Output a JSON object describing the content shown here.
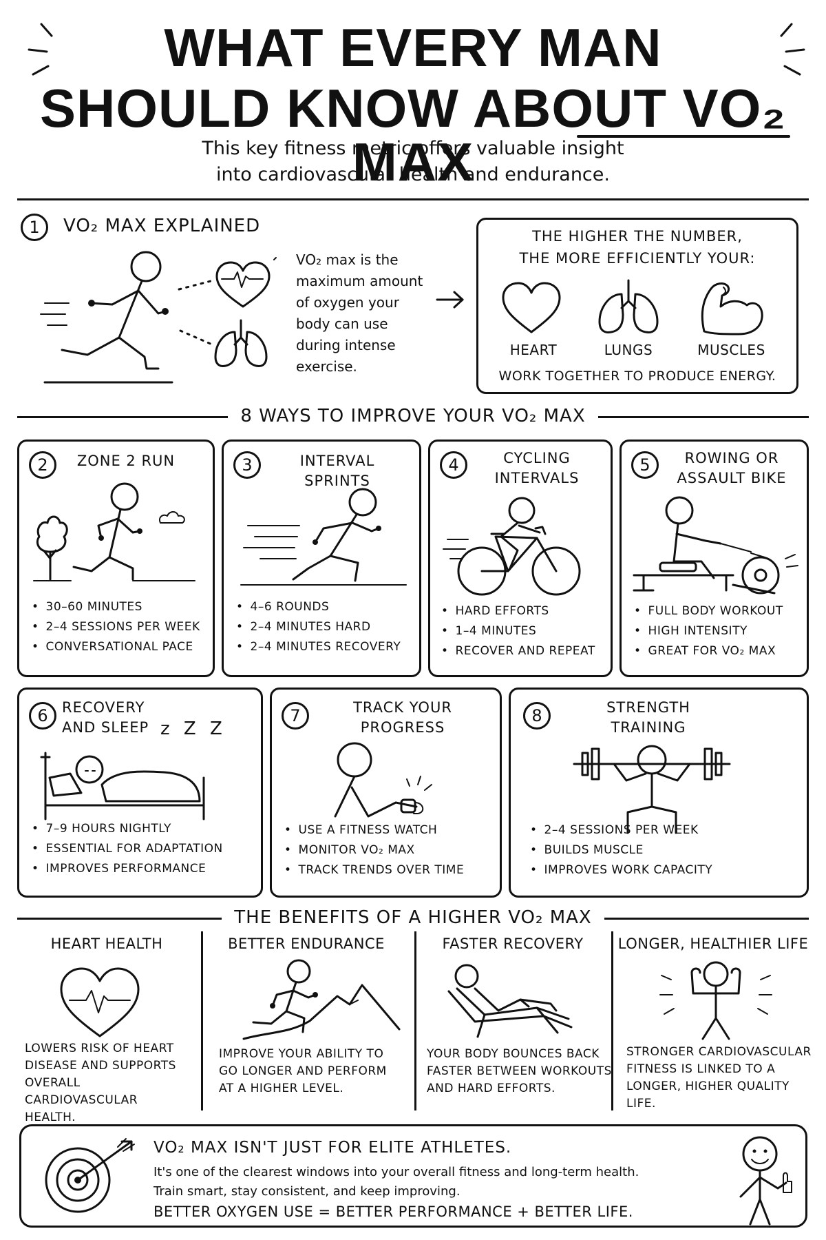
{
  "header": {
    "title_line1": "WHAT EVERY MAN",
    "title_line2": "SHOULD KNOW ABOUT VO₂ MAX",
    "subtitle_line1": "This key fitness metric offers valuable insight",
    "subtitle_line2": "into cardiovascular health and endurance."
  },
  "explained": {
    "number": "1",
    "heading": "VO₂ MAX EXPLAINED",
    "description": [
      "VO₂ max is the",
      "maximum amount",
      "of oxygen your",
      "body can use",
      "during intense",
      "exercise."
    ],
    "box_title_line1": "THE HIGHER THE NUMBER,",
    "box_title_line2": "THE MORE EFFICIENTLY YOUR:",
    "organs": [
      "HEART",
      "LUNGS",
      "MUSCLES"
    ],
    "box_footer": "WORK TOGETHER TO PRODUCE ENERGY."
  },
  "ways_heading": "8 WAYS TO IMPROVE YOUR VO₂ MAX",
  "ways": [
    {
      "number": "2",
      "title": "ZONE 2 RUN",
      "bullets": [
        "30–60 MINUTES",
        "2–4 SESSIONS PER WEEK",
        "CONVERSATIONAL PACE"
      ]
    },
    {
      "number": "3",
      "title": "INTERVAL SPRINTS",
      "bullets": [
        "4–6 ROUNDS",
        "2–4 MINUTES HARD",
        "2–4 MINUTES RECOVERY"
      ]
    },
    {
      "number": "4",
      "title": "CYCLING\nINTERVALS",
      "bullets": [
        "HARD EFFORTS",
        "1–4 MINUTES",
        "RECOVER AND REPEAT"
      ]
    },
    {
      "number": "5",
      "title": "ROWING OR\nASSAULT BIKE",
      "bullets": [
        "FULL BODY WORKOUT",
        "HIGH INTENSITY",
        "GREAT FOR VO₂ MAX"
      ]
    },
    {
      "number": "6",
      "title": "RECOVERY\nAND SLEEP",
      "bullets": [
        "7–9 HOURS NIGHTLY",
        "ESSENTIAL FOR ADAPTATION",
        "IMPROVES PERFORMANCE"
      ]
    },
    {
      "number": "7",
      "title": "TRACK YOUR\nPROGRESS",
      "bullets": [
        "USE A FITNESS WATCH",
        "MONITOR VO₂ MAX",
        "TRACK TRENDS OVER TIME"
      ]
    },
    {
      "number": "8",
      "title": "STRENGTH\nTRAINING",
      "bullets": [
        "2–4 SESSIONS PER WEEK",
        "BUILDS MUSCLE",
        "IMPROVES WORK CAPACITY"
      ]
    }
  ],
  "sleep_z": "z Z Z",
  "benefits_heading": "THE BENEFITS OF A HIGHER VO₂ MAX",
  "benefits": [
    {
      "title": "HEART HEALTH",
      "text": [
        "LOWERS RISK OF HEART",
        "DISEASE AND SUPPORTS",
        "OVERALL CARDIOVASCULAR",
        "HEALTH."
      ]
    },
    {
      "title": "BETTER ENDURANCE",
      "text": [
        "IMPROVE YOUR ABILITY TO",
        "GO LONGER AND PERFORM",
        "AT A HIGHER LEVEL."
      ]
    },
    {
      "title": "FASTER RECOVERY",
      "text": [
        "YOUR BODY BOUNCES BACK",
        "FASTER BETWEEN WORKOUTS",
        "AND HARD EFFORTS."
      ]
    },
    {
      "title": "LONGER, HEALTHIER LIFE",
      "text": [
        "STRONGER CARDIOVASCULAR",
        "FITNESS IS LINKED TO A",
        "LONGER, HIGHER QUALITY",
        "LIFE."
      ]
    }
  ],
  "footer": {
    "headline": "VO₂ MAX ISN'T JUST FOR ELITE ATHLETES.",
    "line1": "It's one of the clearest windows into your overall fitness and long-term health.",
    "line2": "Train smart, stay consistent, and keep improving.",
    "line3": "BETTER OXYGEN USE = BETTER PERFORMANCE + BETTER LIFE."
  },
  "icons": [
    "running-figure-icon",
    "heart-pulse-icon",
    "lungs-icon",
    "heart-icon",
    "muscle-arm-icon",
    "tree-icon",
    "cloud-icon",
    "sprinter-icon",
    "cyclist-icon",
    "rower-icon",
    "sleeping-person-icon",
    "fitness-watch-icon",
    "barbell-squat-icon",
    "mountain-runner-icon",
    "recliner-icon",
    "flexing-figure-icon",
    "target-arrow-icon",
    "thumbs-up-figure-icon"
  ]
}
